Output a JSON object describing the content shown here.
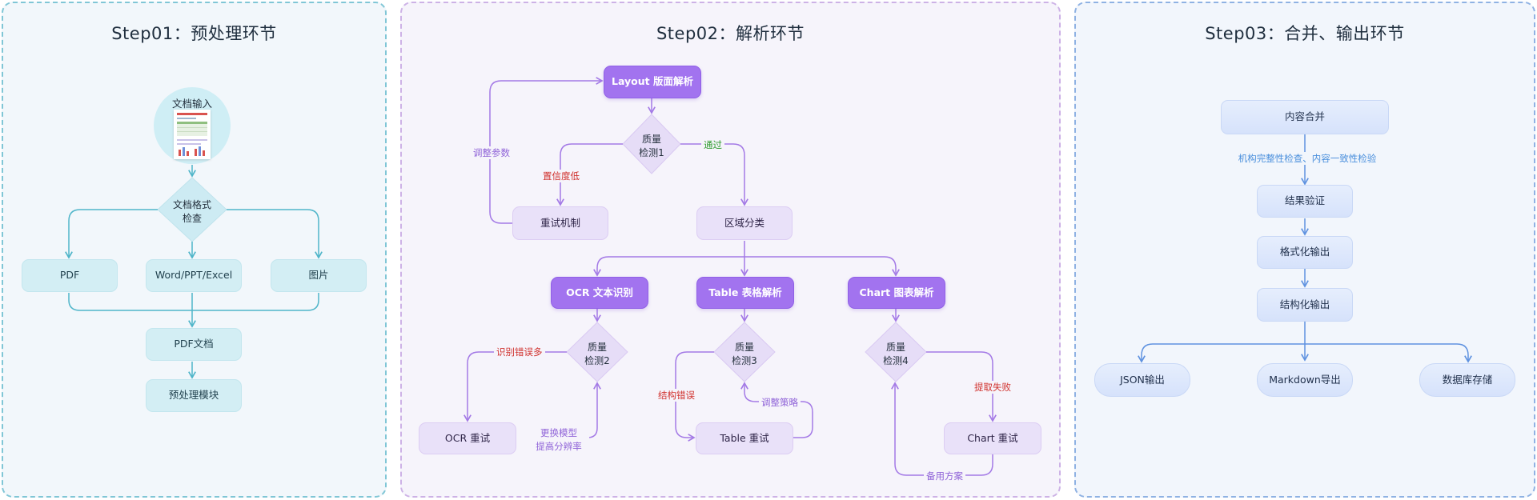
{
  "step1": {
    "title": "Step01：预处理环节",
    "doc_input": "文档输入",
    "format_check": [
      "文档格式",
      "检查"
    ],
    "pdf": "PDF",
    "office": "Word/PPT/Excel",
    "image": "图片",
    "pdf_doc": "PDF文档",
    "preprocess_module": "预处理模块"
  },
  "step2": {
    "title": "Step02：解析环节",
    "layout": "Layout 版面解析",
    "qc1": [
      "质量",
      "检测1"
    ],
    "adjust_params": "调整参数",
    "low_confidence": "置信度低",
    "pass": "通过",
    "retry_mechanism": "重试机制",
    "region_classify": "区域分类",
    "ocr": "OCR  文本识别",
    "table": "Table 表格解析",
    "chart": "Chart 图表解析",
    "qc2": [
      "质量",
      "检测2"
    ],
    "qc3": [
      "质量",
      "检测3"
    ],
    "qc4": [
      "质量",
      "检测4"
    ],
    "ocr_errors": "识别错误多",
    "structure_error": "结构错误",
    "extract_fail": "提取失败",
    "ocr_retry": "OCR  重试",
    "table_retry": "Table  重试",
    "chart_retry": "Chart  重试",
    "change_model": [
      "更换模型",
      "提高分辨率"
    ],
    "adjust_strategy": "调整策略",
    "backup_plan": "备用方案"
  },
  "step3": {
    "title": "Step03：合并、输出环节",
    "merge": "内容合并",
    "check_label": "机构完整性检查、内容一致性检验",
    "verify": "结果验证",
    "format_out": "格式化输出",
    "struct_out": "结构化输出",
    "json_out": "JSON输出",
    "md_out": "Markdown导出",
    "db_store": "数据库存储"
  },
  "colors": {
    "cyan_line": "#4fb5c9",
    "purple_line": "#a47ae6",
    "blue_line": "#5f92e0",
    "purple_node": "#a273ef",
    "label_red": "#d0312d",
    "label_green": "#2a9a2a"
  }
}
